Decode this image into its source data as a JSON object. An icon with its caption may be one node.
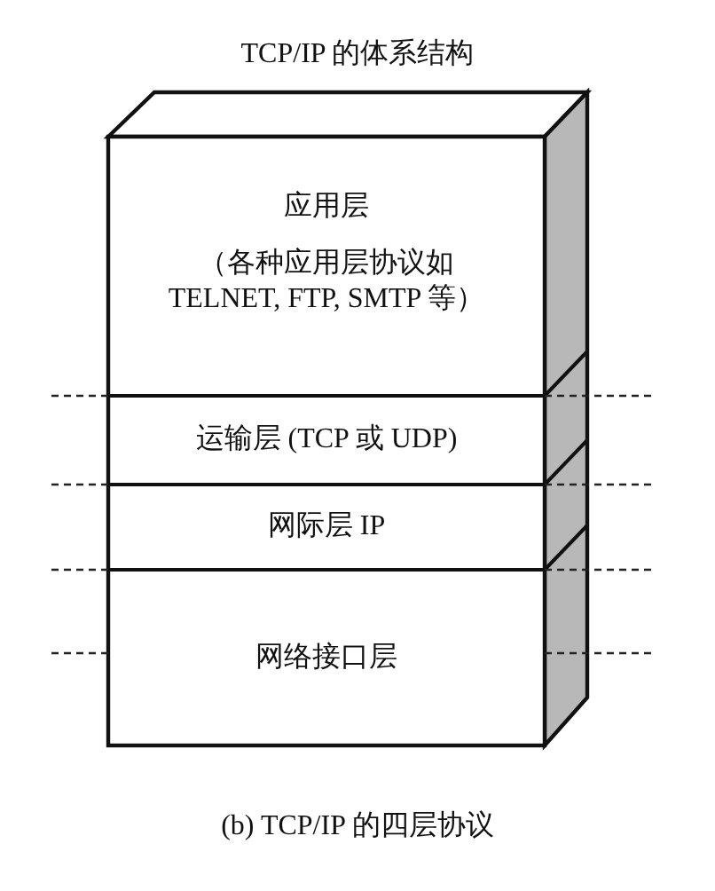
{
  "diagram": {
    "title": "TCP/IP 的体系结构",
    "caption": "(b) TCP/IP 的四层协议",
    "nodes": [
      {
        "text": [
          "应用层",
          "（各种应用层协议如 TELNET, FTP, SMTP 等）"
        ]
      },
      {
        "text": [
          "运输层 (TCP 或 UDP)"
        ]
      },
      {
        "text": [
          "网际层 IP"
        ]
      },
      {
        "text": [
          "网络接口层"
        ]
      }
    ]
  }
}
